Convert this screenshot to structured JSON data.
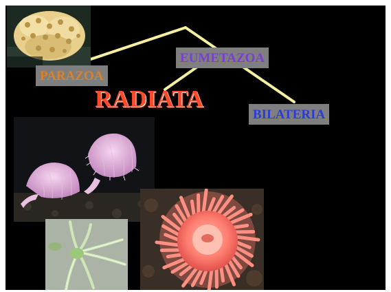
{
  "slide": {
    "background": "#000000",
    "line_color": "#f5f0a0"
  },
  "labels": {
    "parazoa": "PARAZOA",
    "eumetazoa": "EUMETAZOA",
    "bilateria": "BILATERIA",
    "radiata": "RADIATA"
  },
  "colors": {
    "parazoa": "#d9822b",
    "eumetazoa": "#7a3fd0",
    "bilateria": "#2b3bd6",
    "radiata": "#ff4a2a",
    "label_box": "#7f7f7f"
  },
  "photos": {
    "sponge": "sponge-photo",
    "jellyfish": "jellyfish-photo",
    "hydra": "hydra-photo",
    "anemone": "sea-anemone-photo"
  }
}
